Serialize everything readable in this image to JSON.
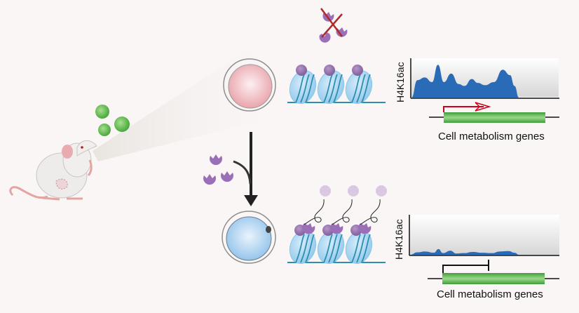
{
  "figure": {
    "title": "H4K16ac and cell metabolism gene expression",
    "stimulus": {
      "name": "pollen/particles",
      "count": 3,
      "color": "#5fb84a"
    },
    "top_state": {
      "cell": {
        "name": "normal cell",
        "color": "#f2b9bf"
      },
      "enzyme_status": "absent (crossed out)",
      "nucleosomes": 3,
      "acetyl_marks": 3,
      "track": {
        "ylabel": "H4K16ac",
        "gene_label": "Cell metabolism genes",
        "transcription": "active",
        "arrow_color": "#d0021b"
      }
    },
    "bottom_state": {
      "cell": {
        "name": "altered cell",
        "color": "#a9d0f0"
      },
      "enzyme_status": "bound",
      "nucleosomes": 3,
      "released_marks": 3,
      "track": {
        "ylabel": "H4K16ac",
        "gene_label": "Cell metabolism genes",
        "transcription": "repressed"
      }
    },
    "colors": {
      "enzyme": "#9a6fb8",
      "nucleosome": "#a9d6f0",
      "dna": "#2d8fb0",
      "signal": "#2a6bb8",
      "gene": "#5bb84e"
    }
  },
  "chart_data": [
    {
      "type": "area",
      "title": "",
      "ylabel": "H4K16ac",
      "xlabel": "Cell metabolism genes",
      "x": [
        0,
        4,
        9,
        14,
        18,
        22,
        27,
        32,
        36,
        41,
        45,
        50,
        56,
        62,
        67,
        70,
        73,
        78,
        100
      ],
      "y": [
        0,
        45,
        52,
        40,
        85,
        40,
        62,
        35,
        30,
        48,
        38,
        32,
        40,
        72,
        58,
        30,
        0,
        0,
        0
      ],
      "ylim": [
        0,
        100
      ]
    },
    {
      "type": "area",
      "title": "",
      "ylabel": "H4K16ac",
      "xlabel": "Cell metabolism genes",
      "x": [
        0,
        5,
        10,
        16,
        19,
        22,
        27,
        31,
        36,
        42,
        48,
        55,
        60,
        66,
        70,
        73,
        100
      ],
      "y": [
        0,
        6,
        8,
        5,
        14,
        4,
        10,
        3,
        4,
        7,
        5,
        4,
        8,
        9,
        5,
        0,
        0
      ],
      "ylim": [
        0,
        100
      ]
    }
  ]
}
